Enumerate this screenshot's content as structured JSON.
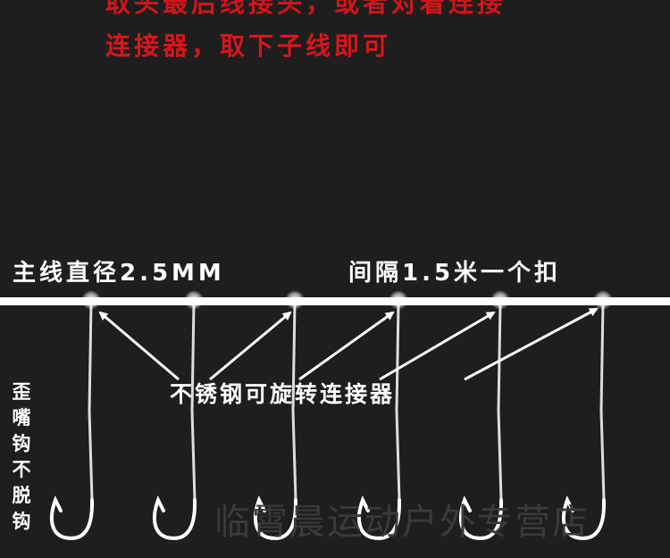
{
  "red_text": {
    "line1": "取头最后线接头，或者对着连接",
    "line2": "连接器，取下子线即可"
  },
  "labels": {
    "main_line_diameter": "主线直径2.5MM",
    "spacing": "间隔1.5米一个扣",
    "swivel": "不锈钢可旋转连接器",
    "hook_type": "歪嘴钩不脱钩"
  },
  "watermark": "临霄晨运动户外专营店",
  "colors": {
    "background": "#1e1e1e",
    "accent_red": "#d8161b",
    "line_white": "#ffffff",
    "watermark": "#3a3a3a"
  },
  "icons": [
    "swivel-connector-icon",
    "fish-hook-icon",
    "arrow-icon"
  ]
}
